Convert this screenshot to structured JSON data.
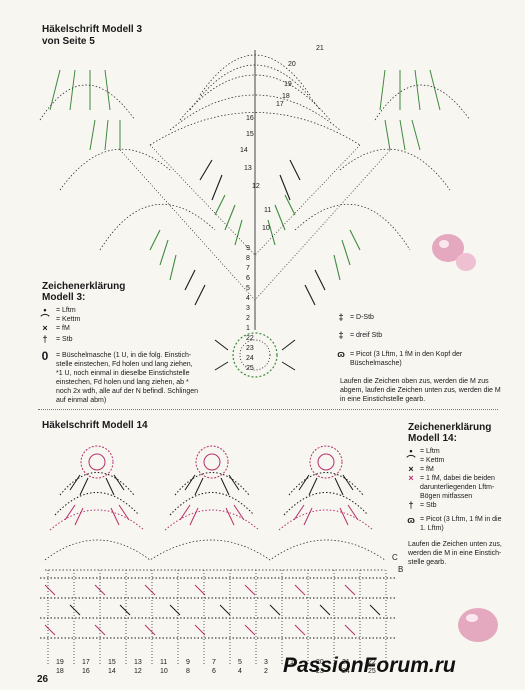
{
  "model3": {
    "title_line1": "Häkelschrift Modell 3",
    "title_line2": "von Seite 5",
    "row_numbers": [
      "1",
      "2",
      "3",
      "4",
      "5",
      "6",
      "7",
      "8",
      "9",
      "10",
      "11",
      "12",
      "13",
      "14",
      "15",
      "16",
      "17",
      "18",
      "19",
      "20",
      "21",
      "22",
      "23",
      "24",
      "25"
    ],
    "legend_title_line1": "Zeichenerklärung",
    "legend_title_line2": "Modell 3:",
    "legend": [
      {
        "symbol": "•",
        "text": "= Lftm"
      },
      {
        "symbol": "⌒",
        "text": "= Kettm"
      },
      {
        "symbol": "×",
        "text": "= fM"
      },
      {
        "symbol": "†",
        "text": "= Stb"
      }
    ],
    "buschel_lines": [
      "= Büschelmasche (1 U, in die folg. Einstich-",
      "stelle einstechen, Fd holen und lang ziehen,",
      "*1 U, noch einmal in dieselbe Einstichstelle",
      "einstechen, Fd holen und lang ziehen, ab *",
      "noch 2x wdh, alle auf der N befindl. Schlingen",
      "auf einmal abm)"
    ],
    "legend_right": [
      {
        "symbol": "‡",
        "text": "= D-Stb"
      },
      {
        "symbol": "‡",
        "text": "= dreif Stb"
      },
      {
        "symbol": "ɷ",
        "text": "= Picot (3 Lftm, 1 fM in den Kopf der"
      },
      {
        "symbol": "",
        "text": "Büschelmasche)"
      }
    ],
    "note_lines": [
      "Laufen die Zeichen oben zus, werden die M zus",
      "abgem, laufen die Zeichen unten zus, werden die M",
      "in eine Einstichstelle gearb."
    ]
  },
  "model14": {
    "title": "Häkelschrift Modell 14",
    "legend_title_line1": "Zeichenerklärung",
    "legend_title_line2": "Modell 14:",
    "legend": [
      {
        "symbol": "•",
        "text": "= Lftm"
      },
      {
        "symbol": "⌒",
        "text": "= Kettm"
      },
      {
        "symbol": "×",
        "text": "= fM"
      },
      {
        "symbol": "×",
        "text": "= 1 fM, dabei die beiden"
      },
      {
        "symbol": "",
        "text": "darunterliegenden Lftm-"
      },
      {
        "symbol": "",
        "text": "Bögen mitfassen"
      },
      {
        "symbol": "†",
        "text": "= Stb"
      },
      {
        "symbol": "ɷ",
        "text": "= Picot (3 Lftm, 1 fM in die"
      },
      {
        "symbol": "",
        "text": "1. Lftm)"
      }
    ],
    "note_lines": [
      "Laufen die Zeichen unten zus,",
      "werden die M in eine Einstich-",
      "stelle gearb."
    ],
    "row_numbers": [
      "1",
      "2",
      "3",
      "4",
      "5",
      "6",
      "7",
      "8",
      "9",
      "10",
      "11",
      "12",
      "13",
      "14",
      "15",
      "16",
      "17",
      "18",
      "19",
      "20",
      "21",
      "22",
      "23",
      "24",
      "25"
    ],
    "edge_labels": [
      "B",
      "C"
    ]
  },
  "page_number": "26",
  "watermark": "PassionForum.ru",
  "colors": {
    "green": "#3f8a3f",
    "black": "#1a1a1a",
    "pink": "#b7306c",
    "bead": "#e5a9bf"
  }
}
